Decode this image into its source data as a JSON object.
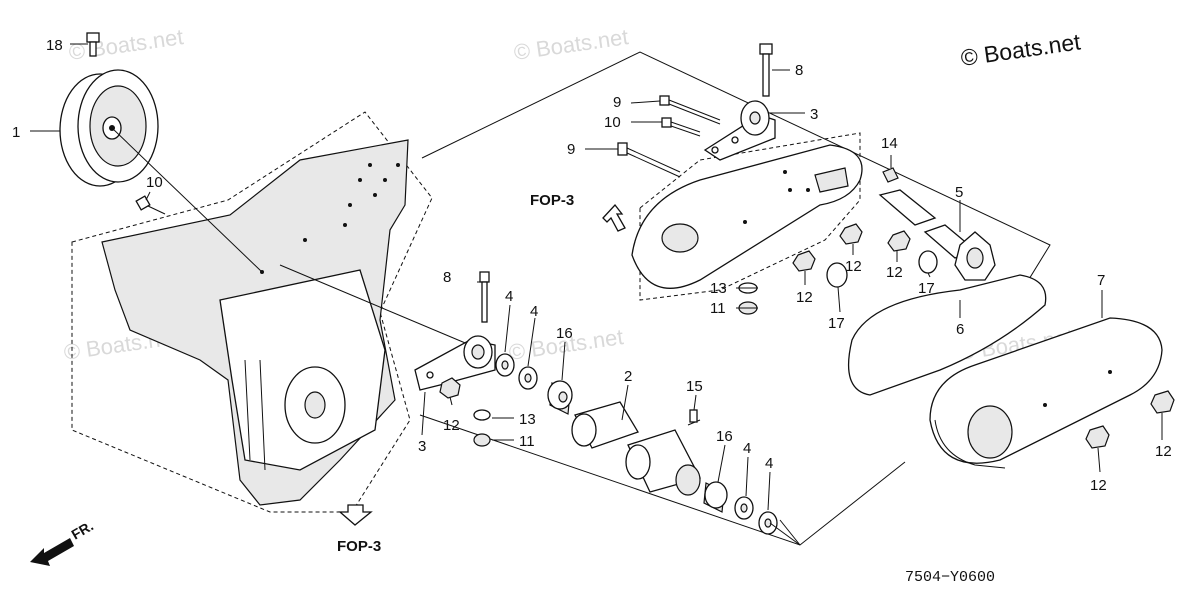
{
  "copyright": "© Boats.net",
  "watermark": "© Boats.net",
  "diagram_code": "7504−Y0600",
  "direction_label": "FR.",
  "fop_refs": [
    "FOP-3",
    "FOP-3"
  ],
  "callouts": [
    "18",
    "1",
    "10",
    "8",
    "9",
    "10",
    "9",
    "3",
    "14",
    "5",
    "12",
    "12",
    "12",
    "17",
    "13",
    "11",
    "12",
    "17",
    "6",
    "7",
    "8",
    "4",
    "4",
    "16",
    "2",
    "15",
    "3",
    "12",
    "13",
    "11",
    "16",
    "4",
    "4",
    "12",
    "12"
  ]
}
